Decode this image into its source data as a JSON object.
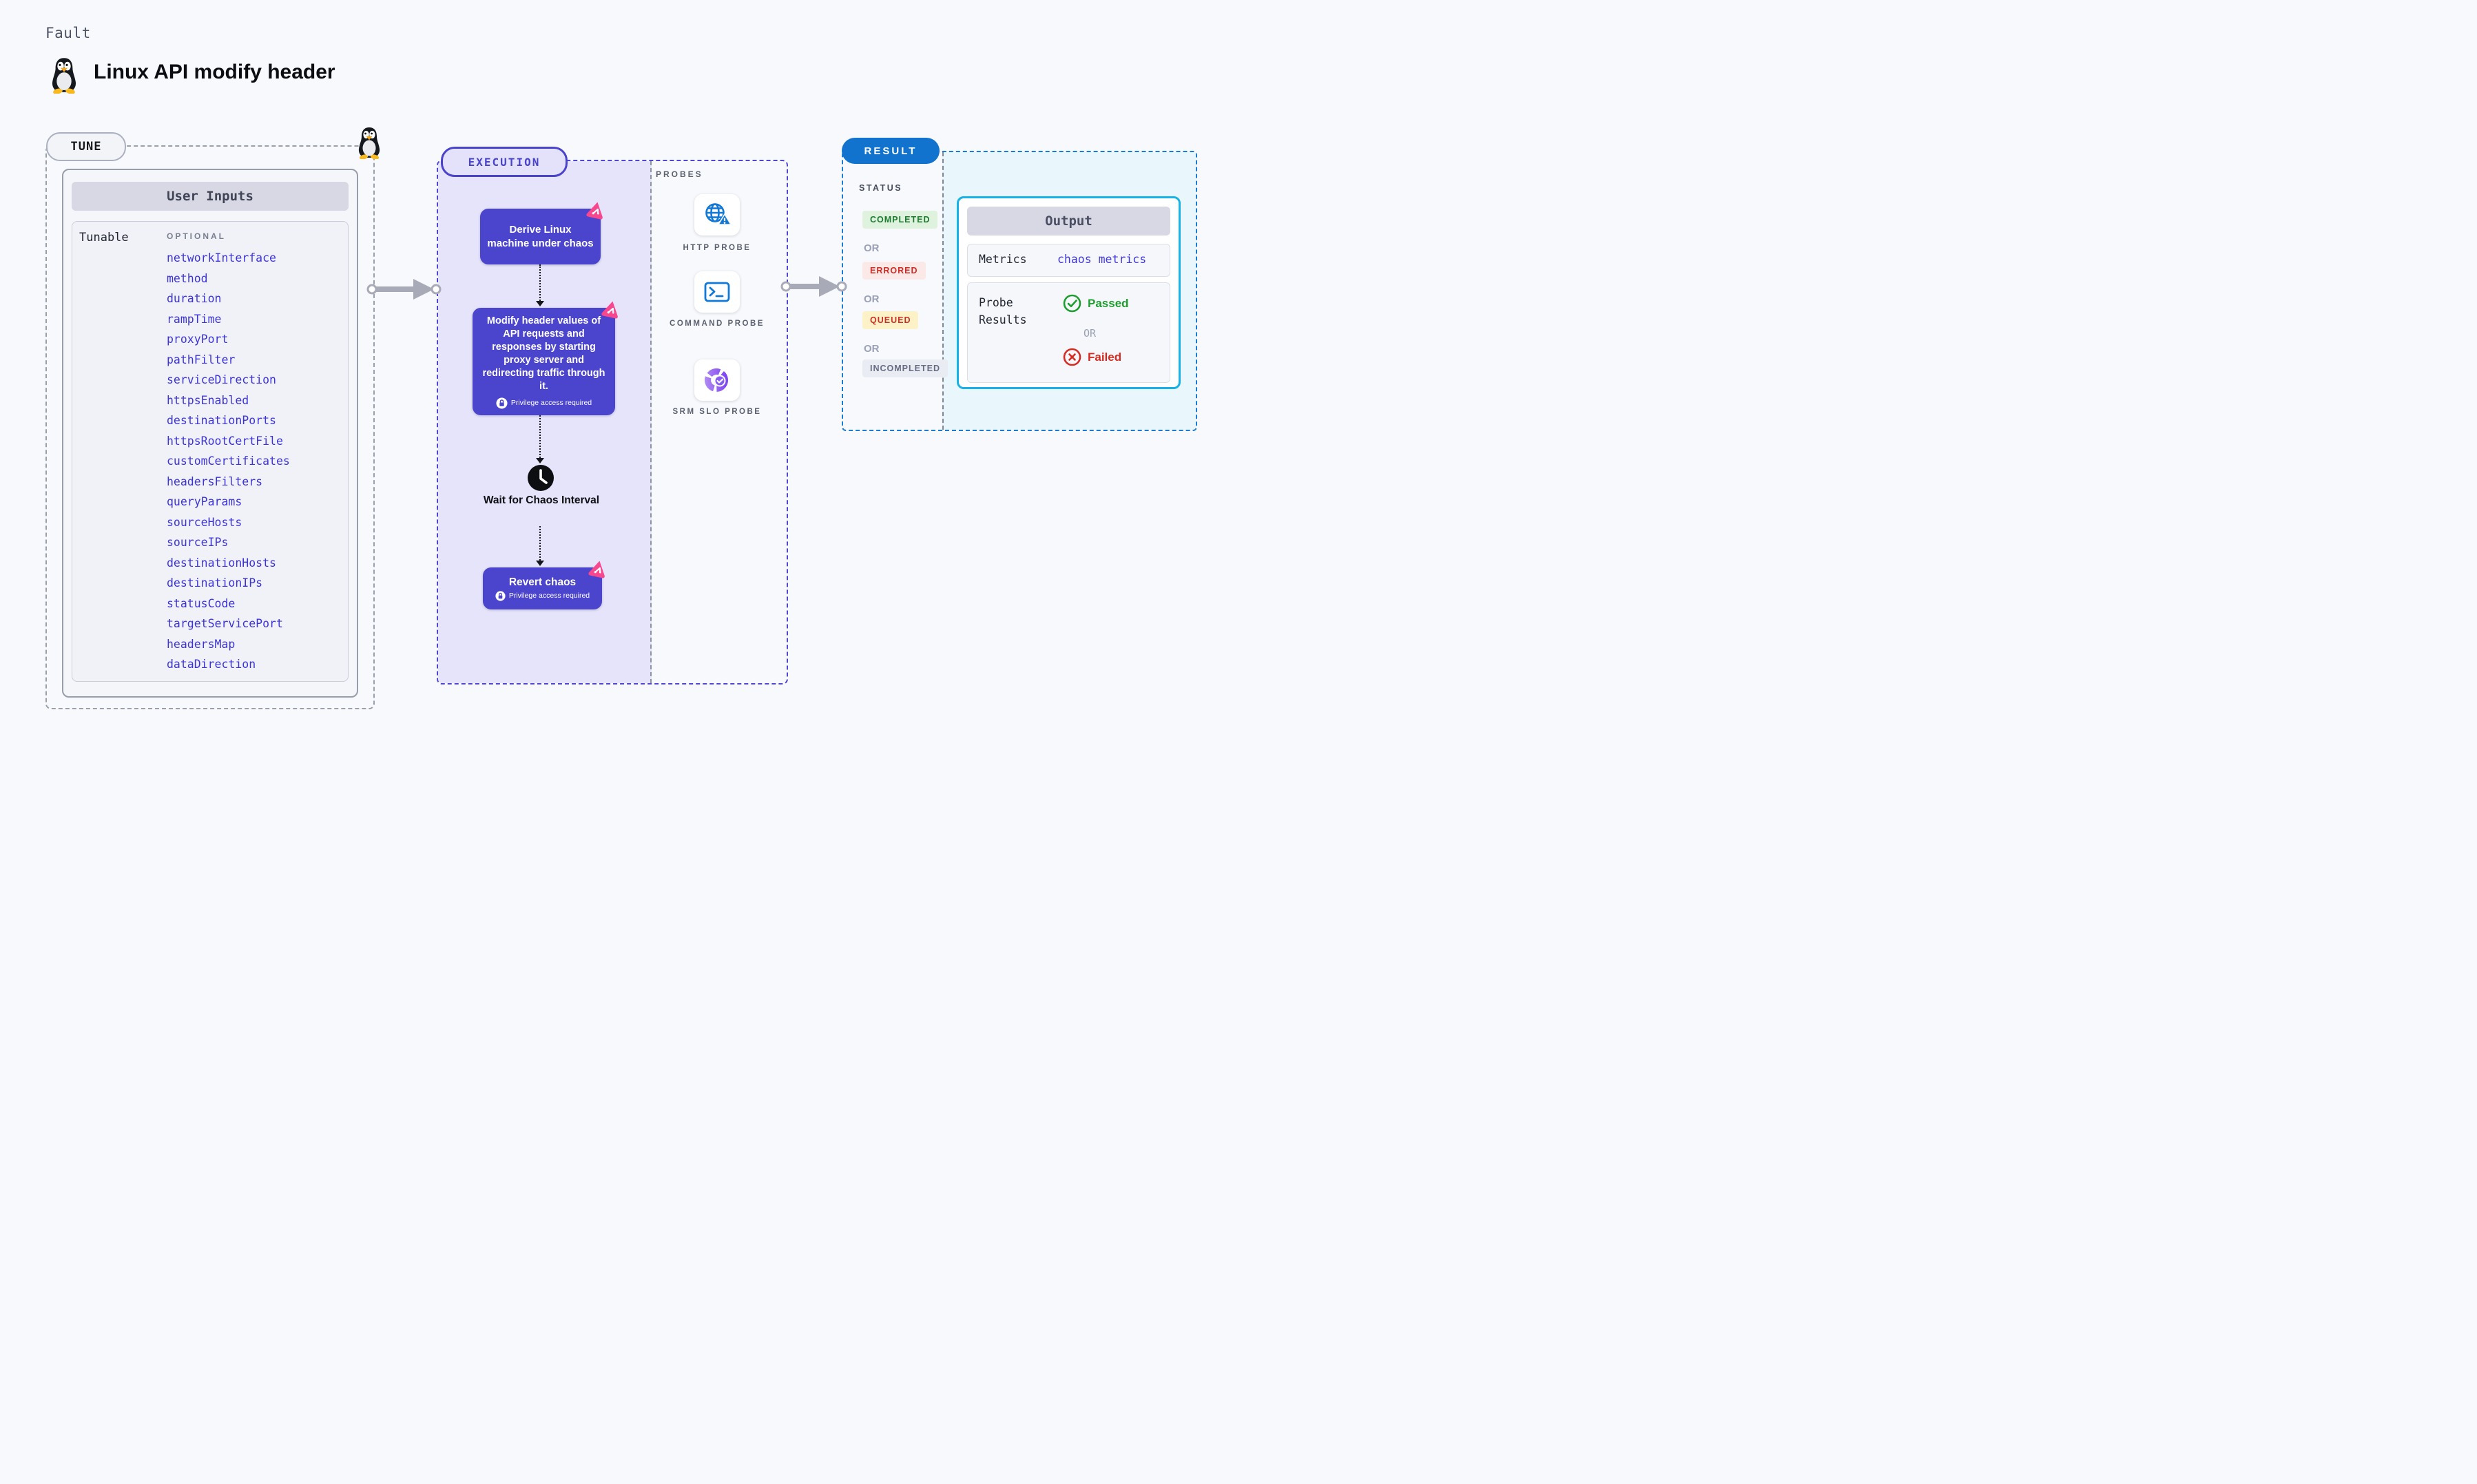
{
  "page": {
    "eyebrow": "Fault",
    "title": "Linux API modify header"
  },
  "tune": {
    "label": "TUNE",
    "panel_title": "User Inputs",
    "row_label": "Tunable",
    "column_label": "OPTIONAL",
    "tunables": [
      "networkInterface",
      "method",
      "duration",
      "rampTime",
      "proxyPort",
      "pathFilter",
      "serviceDirection",
      "httpsEnabled",
      "destinationPorts",
      "httpsRootCertFile",
      "customCertificates",
      "headersFilters",
      "queryParams",
      "sourceHosts",
      "sourceIPs",
      "destinationHosts",
      "destinationIPs",
      "statusCode",
      "targetServicePort",
      "headersMap",
      "dataDirection"
    ]
  },
  "execution": {
    "label": "EXECUTION",
    "derive_node": "Derive Linux machine under chaos",
    "modify_node": "Modify header values of API requests and responses by starting proxy server and redirecting traffic through it.",
    "wait_node": "Wait for Chaos Interval",
    "revert_node": "Revert chaos",
    "privilege_note": "Privilege access required"
  },
  "probes": {
    "label": "PROBES",
    "items": [
      {
        "label": "HTTP PROBE",
        "icon": "globe-alert-icon"
      },
      {
        "label": "COMMAND PROBE",
        "icon": "terminal-icon"
      },
      {
        "label": "SRM SLO PROBE",
        "icon": "slo-donut-icon"
      }
    ]
  },
  "result": {
    "label": "RESULT",
    "status_label": "STATUS",
    "or_label": "OR",
    "statuses": [
      {
        "label": "COMPLETED",
        "kind": "completed"
      },
      {
        "label": "ERRORED",
        "kind": "errored"
      },
      {
        "label": "QUEUED",
        "kind": "queued"
      },
      {
        "label": "INCOMPLETED",
        "kind": "incompleted"
      }
    ],
    "output": {
      "title": "Output",
      "metrics_label": "Metrics",
      "metrics_value": "chaos metrics",
      "probe_results_label": "Probe Results",
      "passed_label": "Passed",
      "or_label": "OR",
      "failed_label": "Failed"
    }
  },
  "colors": {
    "node_indigo": "#4b44cc",
    "execution_fill": "#e6e4fa",
    "chaos_badge_pink": "#f7478f",
    "result_blue": "#1173cd",
    "output_border_cyan": "#16b2e8",
    "tunable_link_blue": "#3c34d8",
    "passed_green": "#1d9e2f",
    "failed_red": "#d62a20"
  }
}
